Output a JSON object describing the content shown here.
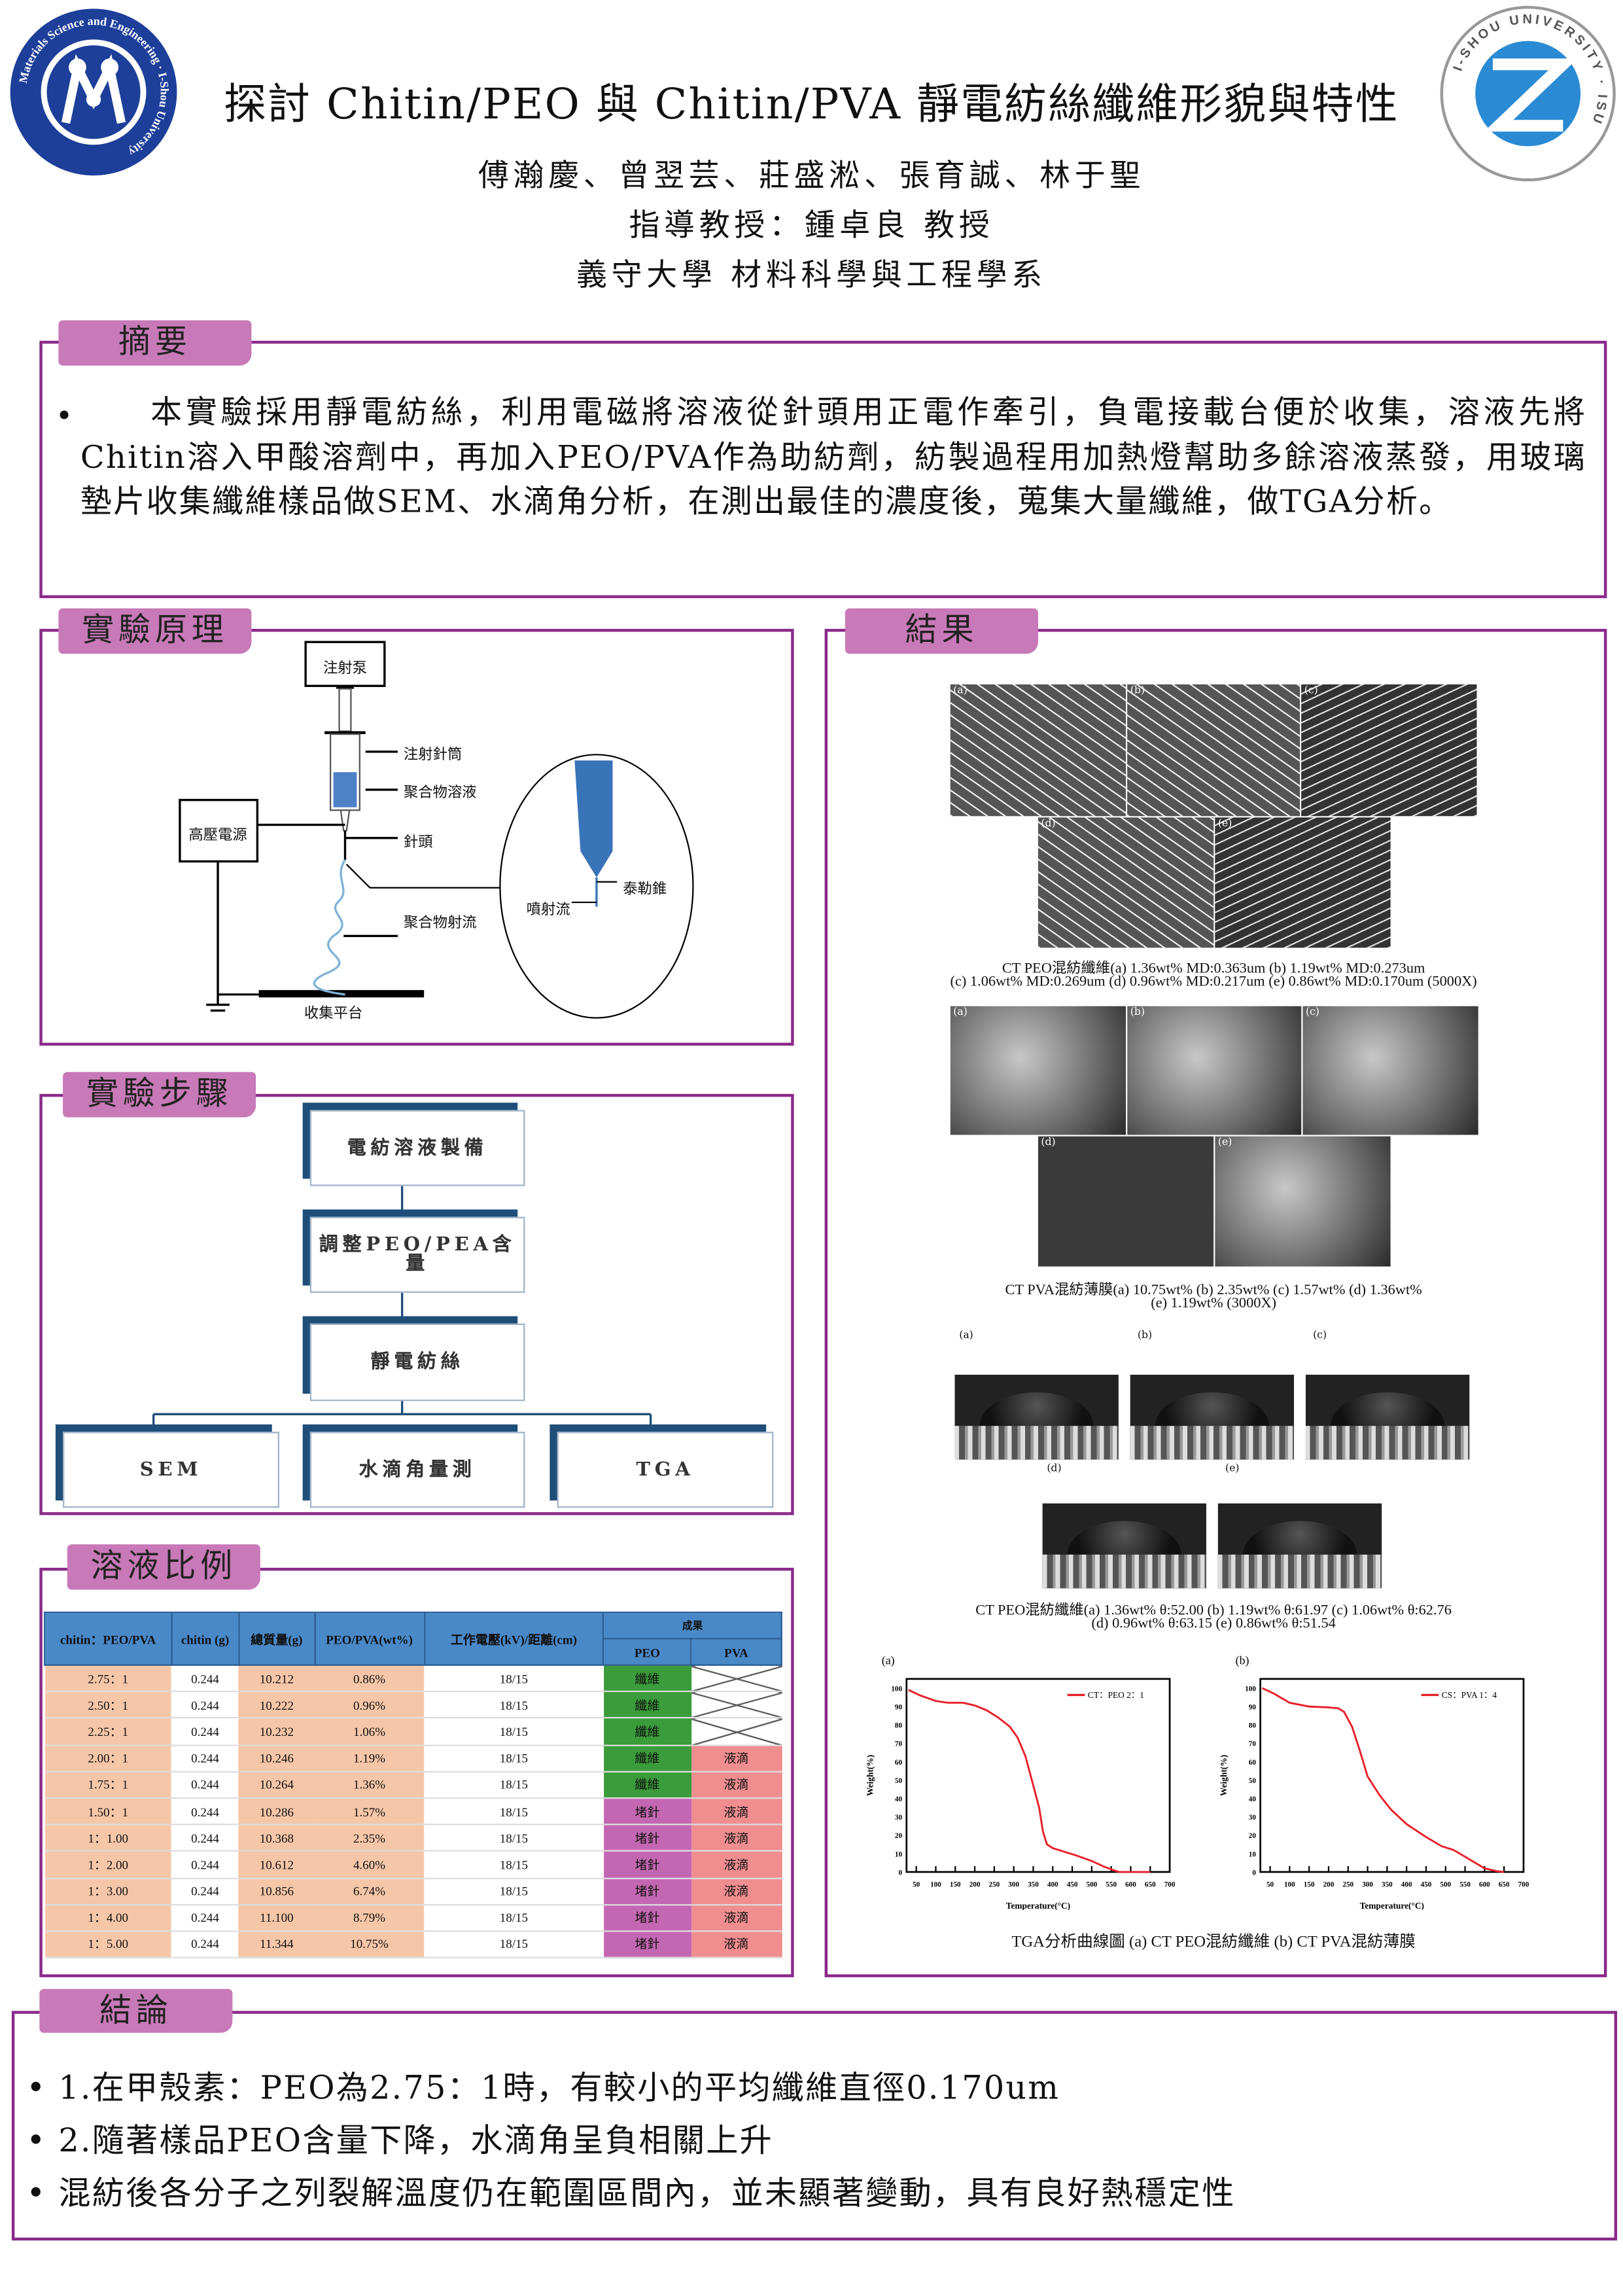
{
  "header": {
    "title": "探討 Chitin/PEO 與 Chitin/PVA 靜電紡絲纖維形貌與特性",
    "authors": "傅瀚慶、曾翌芸、莊盛淞、張育誠、林于聖",
    "advisor": "指導教授：鍾卓良  教授",
    "department": "義守大學  材料科學與工程學系",
    "left_logo_text": "Materials Science and Engineering · I-Shou University",
    "right_logo_text": "I-SHOU UNIVERSITY · ISU"
  },
  "abstract": {
    "heading": "摘要",
    "bullet": "•",
    "text": "　　本實驗採用靜電紡絲，利用電磁將溶液從針頭用正電作牽引，負電接載台便於收集，溶液先將Chitin溶入甲酸溶劑中，再加入PEO/PVA作為助紡劑，紡製過程用加熱燈幫助多餘溶液蒸發，用玻璃墊片收集纖維樣品做SEM、水滴角分析，在測出最佳的濃度後，蒐集大量纖維，做TGA分析。"
  },
  "principle": {
    "heading": "實驗原理",
    "labels": {
      "pump": "注射泵",
      "syringe": "注射針筒",
      "solution": "聚合物溶液",
      "power": "高壓電源",
      "needle": "針頭",
      "jet": "聚合物射流",
      "collector": "收集平台",
      "taylor_cone": "泰勒錐",
      "spray": "噴射流"
    },
    "colors": {
      "solution": "#4f81c7",
      "jet": "#7fb3d8"
    }
  },
  "steps": {
    "heading": "實驗步驟",
    "items": [
      "電紡溶液製備",
      "調整PEO/PEA含量",
      "靜電紡絲"
    ],
    "analyses": [
      "SEM",
      "水滴角量測",
      "TGA"
    ]
  },
  "ratio": {
    "heading": "溶液比例",
    "columns": [
      "chitin：PEO/PVA",
      "chitin (g)",
      "總質量(g)",
      "PEO/PVA(wt%)",
      "工作電壓(kV)/距離(cm)",
      "成果"
    ],
    "sub_columns": [
      "PEO",
      "PVA"
    ],
    "rows": [
      [
        "2.75：1",
        "0.244",
        "10.212",
        "0.86%",
        "18/15",
        "纖維",
        ""
      ],
      [
        "2.50：1",
        "0.244",
        "10.222",
        "0.96%",
        "18/15",
        "纖維",
        ""
      ],
      [
        "2.25：1",
        "0.244",
        "10.232",
        "1.06%",
        "18/15",
        "纖維",
        ""
      ],
      [
        "2.00：1",
        "0.244",
        "10.246",
        "1.19%",
        "18/15",
        "纖維",
        "液滴"
      ],
      [
        "1.75：1",
        "0.244",
        "10.264",
        "1.36%",
        "18/15",
        "纖維",
        "液滴"
      ],
      [
        "1.50：1",
        "0.244",
        "10.286",
        "1.57%",
        "18/15",
        "堵針",
        "液滴"
      ],
      [
        "1：1.00",
        "0.244",
        "10.368",
        "2.35%",
        "18/15",
        "堵針",
        "液滴"
      ],
      [
        "1：2.00",
        "0.244",
        "10.612",
        "4.60%",
        "18/15",
        "堵針",
        "液滴"
      ],
      [
        "1：3.00",
        "0.244",
        "10.856",
        "6.74%",
        "18/15",
        "堵針",
        "液滴"
      ],
      [
        "1：4.00",
        "0.244",
        "11.100",
        "8.79%",
        "18/15",
        "堵針",
        "液滴"
      ],
      [
        "1：5.00",
        "0.244",
        "11.344",
        "10.75%",
        "18/15",
        "堵針",
        "液滴"
      ]
    ]
  },
  "results": {
    "heading": "結果",
    "panel_labels": [
      "(a)",
      "(b)",
      "(c)",
      "(d)",
      "(e)"
    ],
    "sem_peo_caption": [
      "CT PEO混紡纖維(a) 1.36wt% MD:0.363um (b) 1.19wt% MD:0.273um",
      "(c) 1.06wt% MD:0.269um (d) 0.96wt% MD:0.217um (e) 0.86wt% MD:0.170um (5000X)"
    ],
    "sem_pva_caption": [
      "CT PVA混紡薄膜(a) 10.75wt% (b) 2.35wt% (c) 1.57wt% (d) 1.36wt%",
      "(e) 1.19wt% (3000X)"
    ],
    "contact_caption": [
      "CT PEO混紡纖維(a) 1.36wt% θ:52.00 (b) 1.19wt% θ:61.97 (c) 1.06wt% θ:62.76",
      "(d) 0.96wt% θ:63.15 (e) 0.86wt% θ:51.54"
    ],
    "tga_caption": "TGA分析曲線圖 (a) CT PEO混紡纖維 (b) CT PVA混紡薄膜"
  },
  "chart_data": [
    {
      "type": "line",
      "panel": "(a)",
      "xlabel": "Temperature(°C)",
      "ylabel": "Weight(%)",
      "xlim": [
        25,
        700
      ],
      "ylim": [
        0,
        105
      ],
      "xticks": [
        50,
        100,
        150,
        200,
        250,
        300,
        350,
        400,
        450,
        500,
        550,
        600,
        650,
        700
      ],
      "yticks": [
        0,
        10,
        20,
        30,
        40,
        50,
        60,
        70,
        80,
        90,
        100
      ],
      "legend": "top-right",
      "color": "#e8202a",
      "series": [
        {
          "name": "CT：PEO 2：1",
          "x": [
            30,
            60,
            100,
            130,
            170,
            200,
            230,
            260,
            290,
            310,
            330,
            350,
            365,
            375,
            385,
            400,
            430,
            460,
            500,
            530,
            555,
            570,
            650
          ],
          "y": [
            99,
            96,
            93,
            92,
            92,
            90.5,
            88,
            84,
            79,
            73,
            63,
            47,
            35,
            22,
            15,
            13,
            11,
            9,
            6,
            3,
            1,
            0,
            0
          ]
        }
      ]
    },
    {
      "type": "line",
      "panel": "(b)",
      "xlabel": "Temperature(°C)",
      "ylabel": "Weight(%)",
      "xlim": [
        25,
        700
      ],
      "ylim": [
        0,
        105
      ],
      "xticks": [
        50,
        100,
        150,
        200,
        250,
        300,
        350,
        400,
        450,
        500,
        550,
        600,
        650,
        700
      ],
      "yticks": [
        0,
        10,
        20,
        30,
        40,
        50,
        60,
        70,
        80,
        90,
        100
      ],
      "legend": "top-right",
      "color": "#e8202a",
      "series": [
        {
          "name": "CS：PVA 1：4",
          "x": [
            30,
            60,
            100,
            150,
            200,
            225,
            240,
            260,
            280,
            300,
            330,
            360,
            400,
            450,
            490,
            520,
            560,
            600,
            630,
            650
          ],
          "y": [
            100,
            97,
            92,
            90,
            89.5,
            89,
            87,
            79,
            66,
            52,
            42,
            34,
            26,
            19,
            14,
            12,
            7,
            2,
            0.5,
            0
          ]
        }
      ]
    }
  ],
  "conclusion": {
    "heading": "結論",
    "items": [
      "• 1.在甲殼素：PEO為2.75：1時，有較小的平均纖維直徑0.170um",
      "• 2.隨著樣品PEO含量下降，水滴角呈負相關上升",
      "• 混紡後各分子之列裂解溫度仍在範圍區間內，並未顯著變動，具有良好熱穩定性"
    ]
  }
}
